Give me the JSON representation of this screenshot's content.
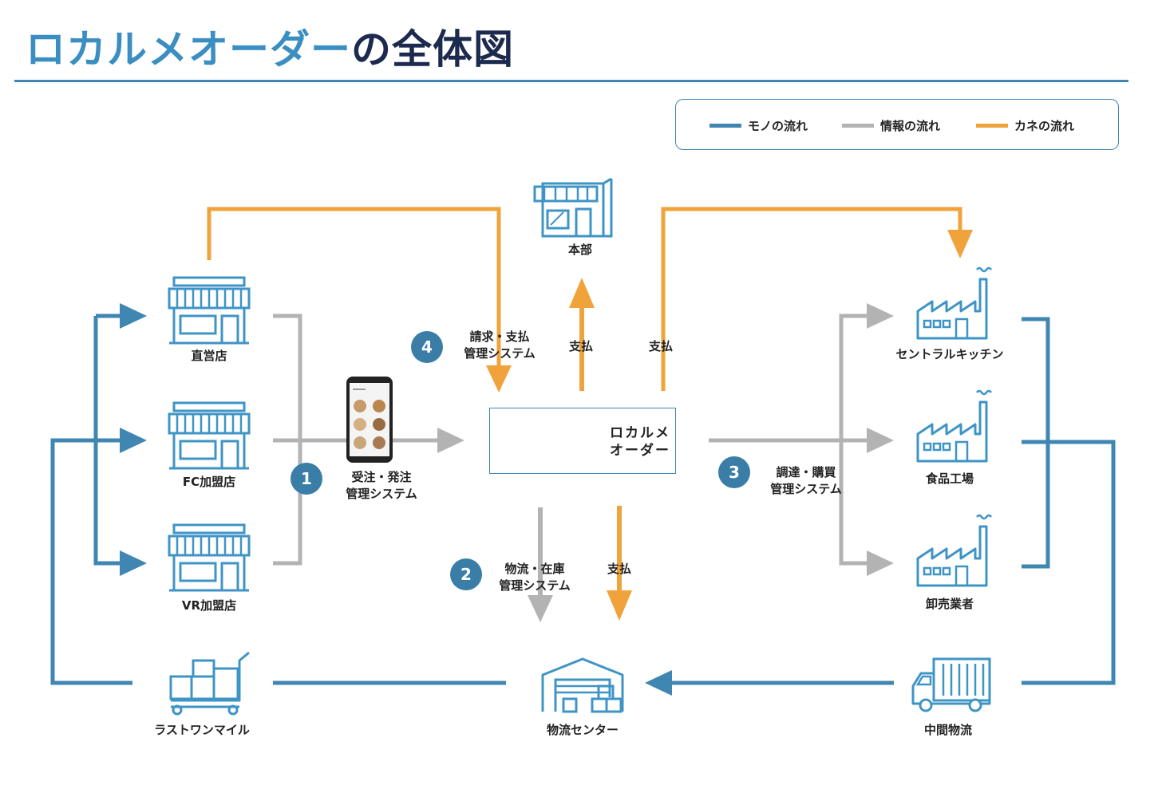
{
  "title": {
    "accent": "ロカルメオーダー",
    "rest": "の全体図"
  },
  "legend": [
    {
      "label": "モノの流れ",
      "color": "#3f86b3"
    },
    {
      "label": "情報の流れ",
      "color": "#b3b3b3"
    },
    {
      "label": "カネの流れ",
      "color": "#f0a33a"
    }
  ],
  "colors": {
    "mono": "#3f86b3",
    "info": "#b3b3b3",
    "money": "#f0a33a",
    "icon": "#3f94c6",
    "badge": "#3a7ea8"
  },
  "nodes": {
    "honbu": "本部",
    "chokuei": "直営店",
    "fc": "FC加盟店",
    "vr": "VR加盟店",
    "lastone": "ラストワンマイル",
    "butsuryu_center": "物流センター",
    "central_kitchen": "セントラルキッチン",
    "food_factory": "食品工場",
    "wholesaler": "卸売業者",
    "midway": "中間物流"
  },
  "logo": {
    "line1": "ロカルメ",
    "line2": "オーダー"
  },
  "systems": [
    {
      "number": "1",
      "line1": "受注・発注",
      "line2": "管理システム"
    },
    {
      "number": "2",
      "line1": "物流・在庫",
      "line2": "管理システム"
    },
    {
      "number": "3",
      "line1": "調達・購買",
      "line2": "管理システム"
    },
    {
      "number": "4",
      "line1": "請求・支払",
      "line2": "管理システム"
    }
  ],
  "payments": {
    "to_honbu": "支払",
    "to_kitchen": "支払",
    "to_center": "支払"
  }
}
